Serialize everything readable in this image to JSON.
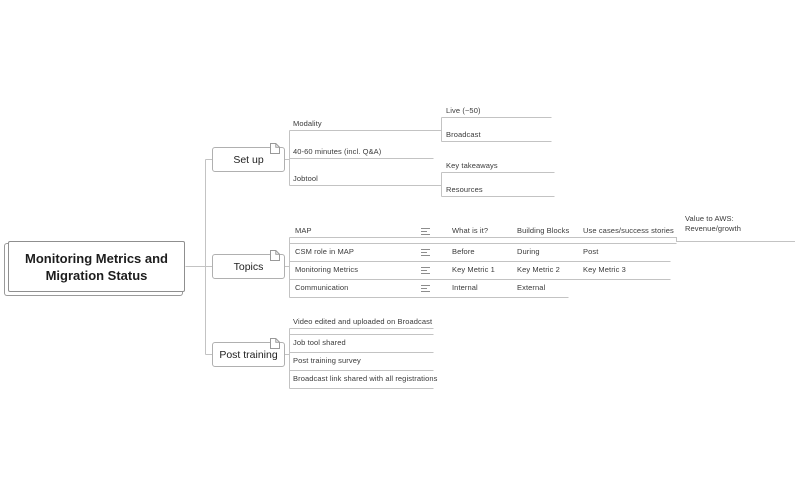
{
  "root": {
    "label": "Monitoring Metrics and Migration Status"
  },
  "style": {
    "line_color": "#c3c3c3",
    "node_text_color": "#3a3a3a",
    "box_border_color": "#b0b0b0"
  },
  "branches": [
    {
      "label": "Set up",
      "note_icon": "note-page-icon",
      "children": [
        {
          "label": "Modality",
          "children": [
            {
              "label": "Live (~50)"
            },
            {
              "label": "Broadcast"
            }
          ]
        },
        {
          "label": "40-60 minutes (incl. Q&A)",
          "children": []
        },
        {
          "label": "Jobtool",
          "children": [
            {
              "label": "Key takeaways"
            },
            {
              "label": "Resources"
            }
          ]
        }
      ]
    },
    {
      "label": "Topics",
      "note_icon": "note-page-icon",
      "rows": [
        {
          "label": "MAP",
          "note_icon": "notes-lines-icon",
          "chain": [
            "What is it?",
            "Building Blocks",
            "Use cases/success stories",
            "Value to AWS: Revenue/growth"
          ]
        },
        {
          "label": "CSM role in MAP",
          "note_icon": "notes-lines-icon",
          "chain": [
            "Before",
            "During",
            "Post"
          ]
        },
        {
          "label": "Monitoring Metrics",
          "note_icon": "notes-lines-icon",
          "chain": [
            "Key Metric 1",
            "Key Metric 2",
            "Key Metric 3"
          ]
        },
        {
          "label": "Communication",
          "note_icon": "notes-lines-icon",
          "chain": [
            "Internal",
            "External"
          ]
        }
      ]
    },
    {
      "label": "Post training",
      "note_icon": "note-page-icon",
      "rows": [
        {
          "label": "Video edited and uploaded on Broadcast"
        },
        {
          "label": "Job tool shared"
        },
        {
          "label": "Post training survey"
        },
        {
          "label": "Broadcast link shared with all registrations"
        }
      ]
    }
  ]
}
